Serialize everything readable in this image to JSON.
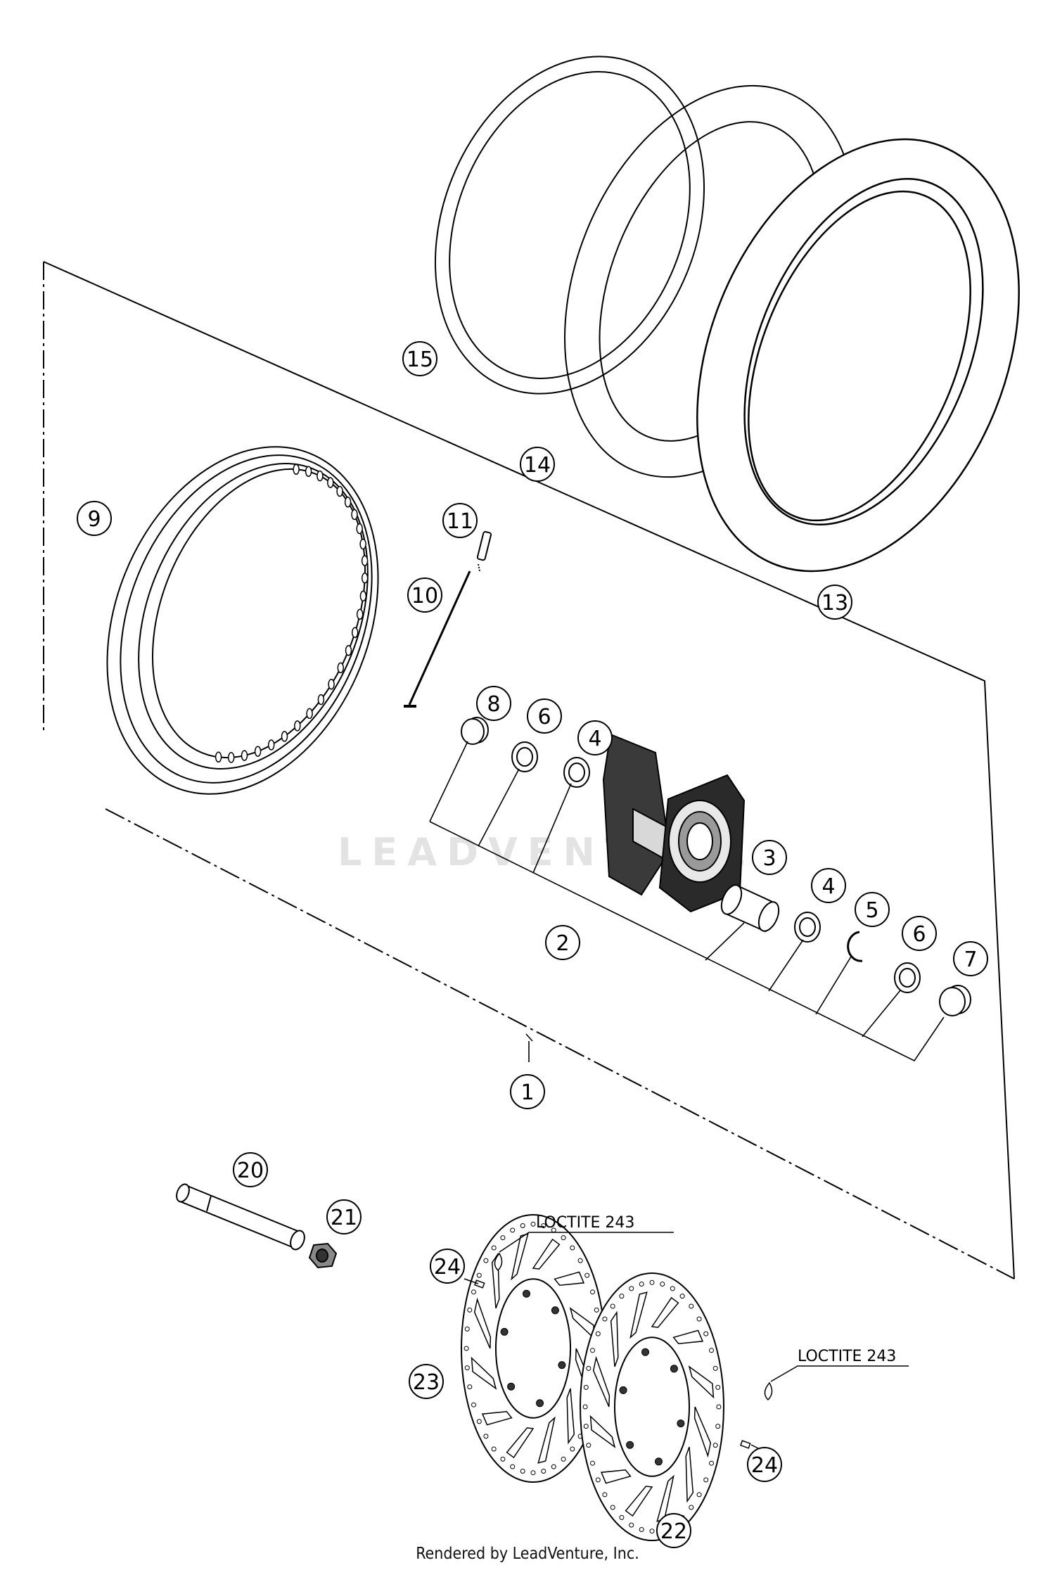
{
  "watermark": "LEADVENTURE",
  "footer": "Rendered by LeadVenture, Inc.",
  "notes": {
    "loctite_left": "LOCTITE 243",
    "loctite_right": "LOCTITE 243"
  },
  "callouts": {
    "p1": "1",
    "p2": "2",
    "p3": "3",
    "p4a": "4",
    "p4b": "4",
    "p5": "5",
    "p6a": "6",
    "p6b": "6",
    "p7": "7",
    "p8": "8",
    "p9": "9",
    "p10": "10",
    "p11": "11",
    "p13": "13",
    "p14": "14",
    "p15": "15",
    "p20": "20",
    "p21": "21",
    "p22": "22",
    "p23": "23",
    "p24a": "24",
    "p24b": "24"
  }
}
